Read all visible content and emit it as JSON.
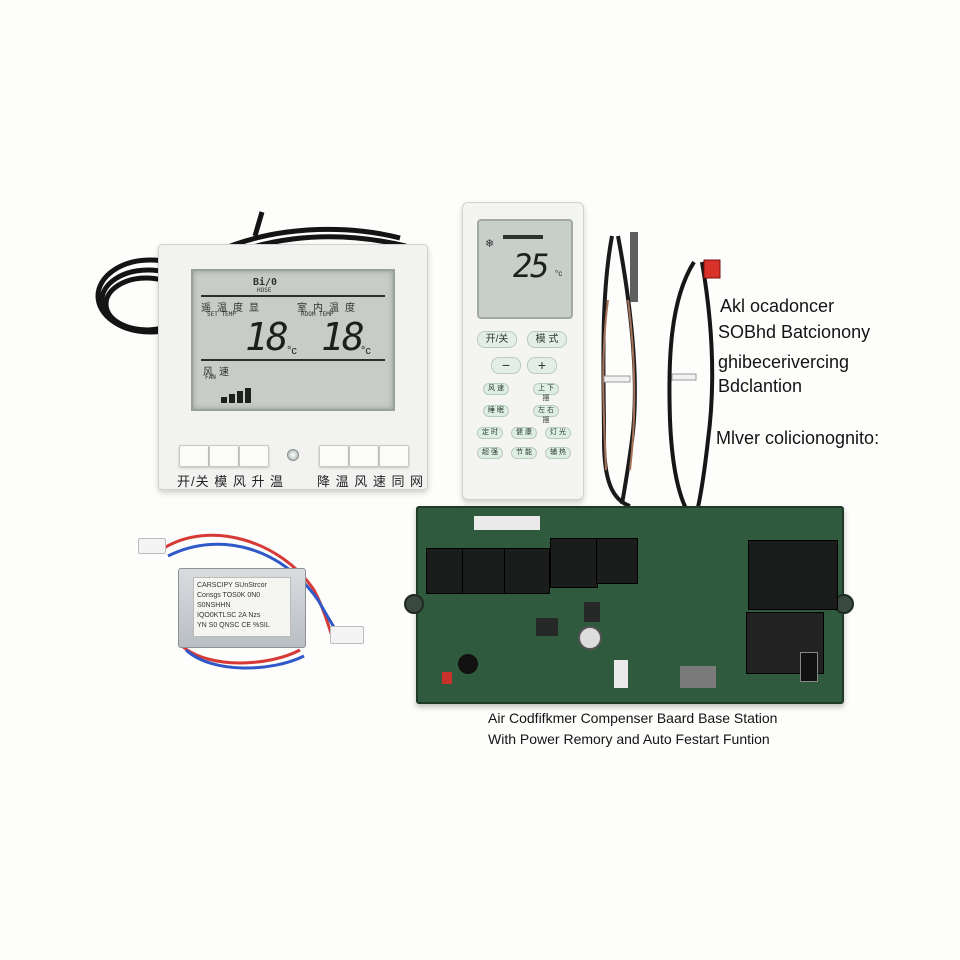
{
  "thermostat": {
    "lcd_top_label": "Bi/0",
    "lcd_sub_label": "HOSE",
    "left_label": "遥 温 度 显",
    "left_sub": "SET TEMP",
    "right_label": "室 内 温 度",
    "right_sub": "ROOM TEMP",
    "left_temp": "18",
    "right_temp": "18",
    "unit": "°c",
    "mode_label": "风 速",
    "mode_sub": "FAN",
    "fan_level": 0.6,
    "button_label_left": "开/关 模 风 升 温",
    "button_label_right": "降 温 风 速 同 网"
  },
  "remote": {
    "lcd_temp": "25",
    "lcd_unit": "°c",
    "btn_power": "开/关",
    "btn_mode": "模 式",
    "btn_minus": "−",
    "btn_plus": "+",
    "small_buttons": [
      "风 速",
      "上 下 摆",
      "睡 眠",
      "左 右 摆",
      "定 时",
      "健 康",
      "灯 光",
      "超 强",
      "节 能",
      "辅 热"
    ]
  },
  "transformer": {
    "label_lines": [
      "CARSCIPY SUnStrcor",
      "Consgs TOS0K 0N0 S0NSHHN",
      "IQO0KTLSC 2A Nzs",
      "YN S0 QNSC CE %SIL"
    ]
  },
  "side_text": {
    "line1": "Akl ocadoncer",
    "line2": "SOBhd Batcionony",
    "line3": "ghibecerivercing",
    "line4": "Bdclantion",
    "line5": "Mlver colicionognito:"
  },
  "caption": {
    "line1": "Air Codfifkmer Compenser Baard Base Station",
    "line2": "With Power Remory and Auto Festart Funtion"
  },
  "colors": {
    "background": "#fdfdfb",
    "pcb": "#2f5a3d",
    "lcd": "#c7ccc7"
  }
}
